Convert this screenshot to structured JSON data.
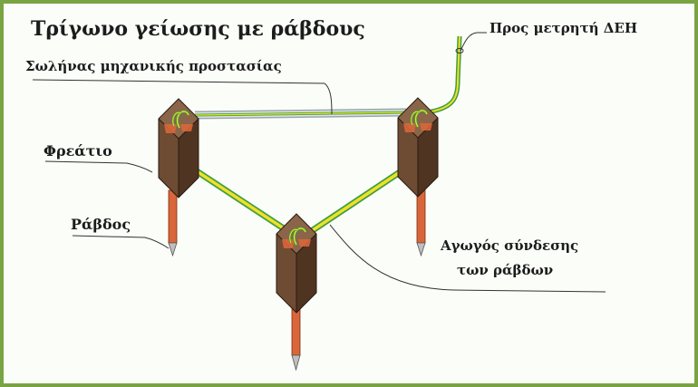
{
  "title": "Τρίγωνο γείωσης με ράβδους",
  "labels": {
    "meter": "Προς μετρητή ΔΕΗ",
    "pipe": "Σωλήνας μηχανικής προστασίας",
    "pit": "Φρεάτιο",
    "rod": "Ράβδος",
    "connector_line1": "Αγωγός σύνδεσης",
    "connector_line2": "των ράβδων"
  },
  "colors": {
    "frame": "#7aa443",
    "pit_left": "#6e4c33",
    "pit_right": "#4f3422",
    "pit_top": "#8a6549",
    "rod": "#d9663a",
    "conductor_yellow": "#f0e028",
    "conductor_green": "#3f9e43",
    "pipe": "#dfe6ea"
  }
}
